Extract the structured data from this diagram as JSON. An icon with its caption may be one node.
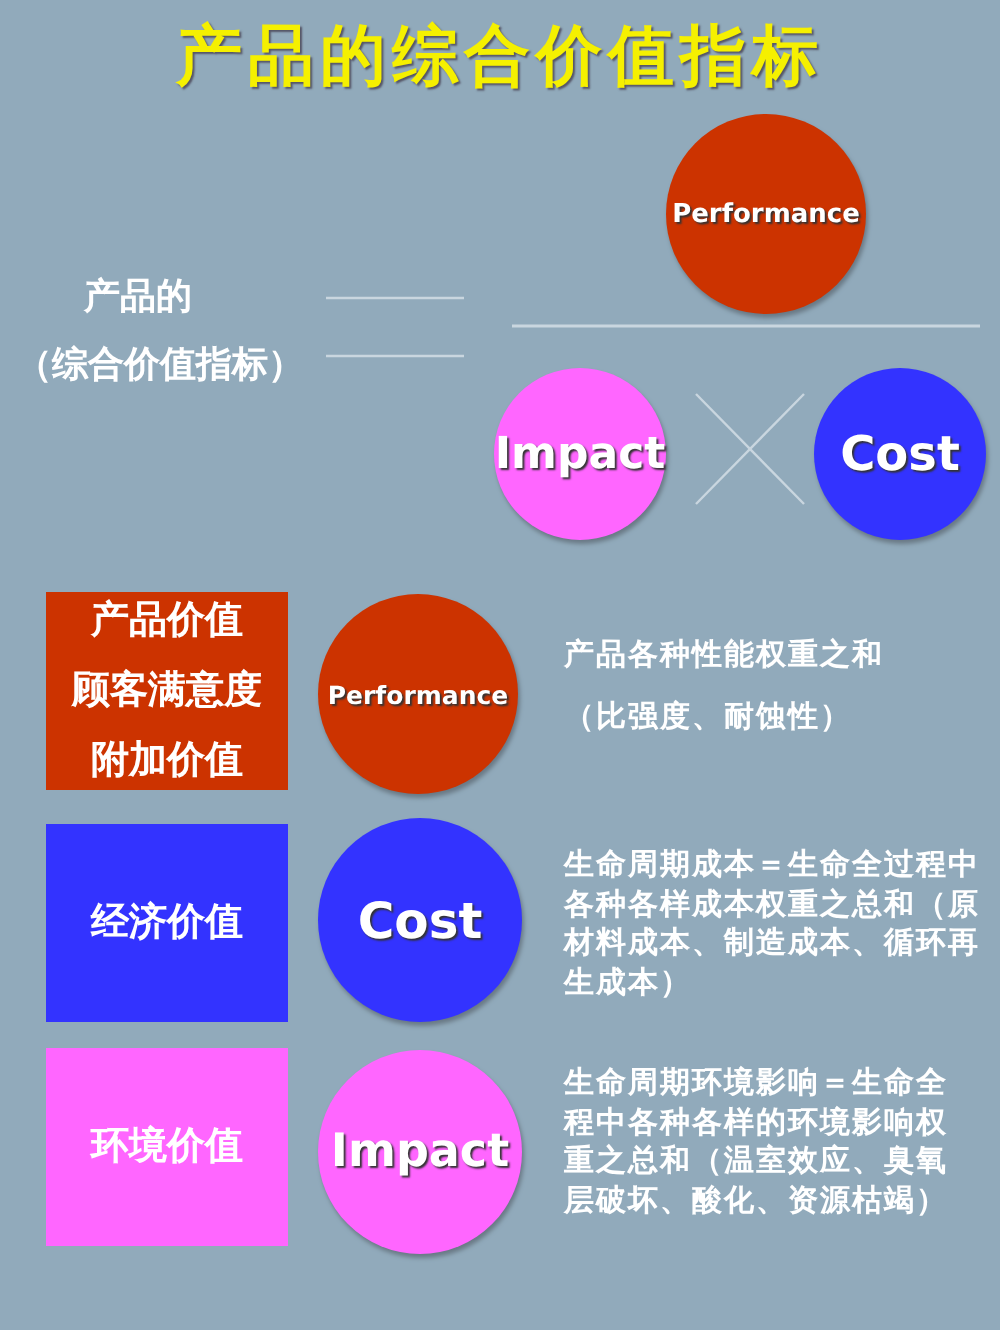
{
  "diagram": {
    "title": "产品的综合价值指标",
    "nodes": [
      {
        "text": [
          "Performance"
        ]
      },
      {
        "text": [
          "Impact"
        ]
      },
      {
        "text": [
          "Cost"
        ]
      },
      {
        "text": [
          "产品价值",
          "顾客满意度",
          "附加价值"
        ]
      },
      {
        "text": [
          "Performance"
        ],
        "beside": [
          "产品各种性能权重之和",
          "（比强度、耐蚀性）"
        ]
      },
      {
        "text": [
          "经济价值"
        ]
      },
      {
        "text": [
          "Cost"
        ],
        "beside": [
          "生命周期成本＝生命全过程中各种各样成本权重之总和（原材料成本、制造成本、循环再生成本）"
        ]
      },
      {
        "text": [
          "环境价值"
        ]
      },
      {
        "text": [
          "Impact"
        ],
        "beside": [
          "生命周期环境影响＝生命全程中各种各样的环境影响权重之总和（温室效应、臭氧层破坏、酸化、资源枯竭）"
        ]
      }
    ],
    "labels": [
      "产品的",
      "（综合价值指标）"
    ]
  }
}
